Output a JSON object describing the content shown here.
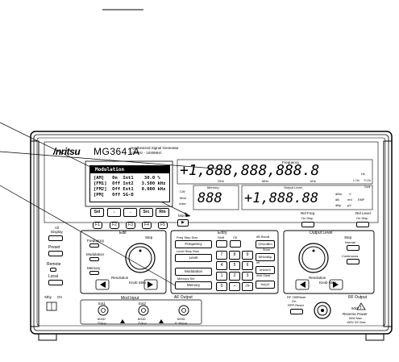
{
  "header": {
    "brand": "/nritsu",
    "model": "MG3641A",
    "subtitle1": "Synthesized Signal Generator",
    "subtitle2": "125kHz - 1040MHz"
  },
  "display": {
    "title": "Modulation",
    "rows": [
      "[AM]   On  Int1    30.0 %",
      "[FM1]  Off Int2   3.500 kHz",
      "[FM2]  Off Ext1   0.000 kHz",
      "[PM]   Off SG-D"
    ],
    "frequency_label": "Frequency",
    "memory_label": "Memory",
    "output_level_label": "Output Level",
    "freq_digits": "+1,888,888,888.8",
    "memory_digits": "888",
    "level_digits": "+1,888.88",
    "ghz": "GHz",
    "mhz": "MHz",
    "khz": "kHz",
    "hz": "Hz",
    "cw": "CW",
    "mod": "Mod",
    "unlev": "Unlev",
    "l_on": "L-On",
    "f_on": "F-On",
    "cont": "Cont",
    "dbm": "dBm",
    "v": "V",
    "db": "dB",
    "mv": "mV",
    "emf": "EMF",
    "dbu": "dBμ",
    "uv": "μV"
  },
  "softkeys": [
    {
      "label": "Sel"
    },
    {
      "label": "↓"
    },
    {
      "label": "→"
    },
    {
      "label": "Src"
    },
    {
      "label": "Rtn"
    }
  ],
  "fkeys": [
    "F1",
    "F2",
    "F3",
    "F4",
    "F5"
  ],
  "more_label": "More",
  "left_panel": {
    "all_display": "All\nDisplay",
    "preset": "Preset",
    "remote": "Remote",
    "local": "Local",
    "stby": "Stby",
    "on": "On"
  },
  "edit": {
    "title": "Edit",
    "step": "Step",
    "frequency": "Frequency",
    "modulation": "Modulation",
    "memory": "Memory",
    "resolution": "Resolution",
    "knob_step": "Knob Step"
  },
  "entry": {
    "title": "Entry",
    "freq_step_size": "Freq Step Size",
    "shift": "Shift",
    "ce": "CE",
    "frequency": "Frequency",
    "level_step_size": "Level Step Size",
    "level": "Level",
    "modulation": "Modulation",
    "memory_sel": "Memory Sel",
    "memory": "Memory",
    "keys": [
      "7",
      "8",
      "9",
      "4",
      "5",
      "6",
      "1",
      "2",
      "3",
      "0",
      "•",
      "-/+"
    ],
    "db_recall": "dB  Recall",
    "ghz_dbm": "GHz/dBm",
    "store": "Store",
    "mhz_dbu": "MHz/dBμ",
    "rel": "rel",
    "khz_mv": "kHz/mV",
    "mod_clear": "mod  Clear",
    "hz_uv": "Hz/μV"
  },
  "output_level": {
    "rel_freq": "Rel Freq",
    "on_disp1": "On Disp",
    "rel_level": "Rel Level",
    "on_disp2": "On Disp",
    "title": "Output Level",
    "step": "Step",
    "normal": "Normal",
    "continuous": "Continuous",
    "resolution": "Resolution",
    "knob_step": "Knob Step"
  },
  "mod_input": {
    "title": "Mod Input",
    "ext1": "Ext1",
    "ext2": "Ext2",
    "ext1_spec1": "600Ω",
    "ext1_spec2": "2Vp-p",
    "ext2_spec1": "600Ω",
    "ext2_spec2": "2Vp-p",
    "af_output": "AF Output",
    "af_spec1": "600Ω",
    "af_spec2": "0~4Vp-p"
  },
  "rf": {
    "off_title": "RF Off/Reset",
    "on_label": "On",
    "rpp_reset": "RPP Reset",
    "output": "RF Output",
    "ohm": "50Ω",
    "reverse_power": "Reverse Power",
    "max1": "50W Max",
    "max2": "±50V DC Max"
  }
}
